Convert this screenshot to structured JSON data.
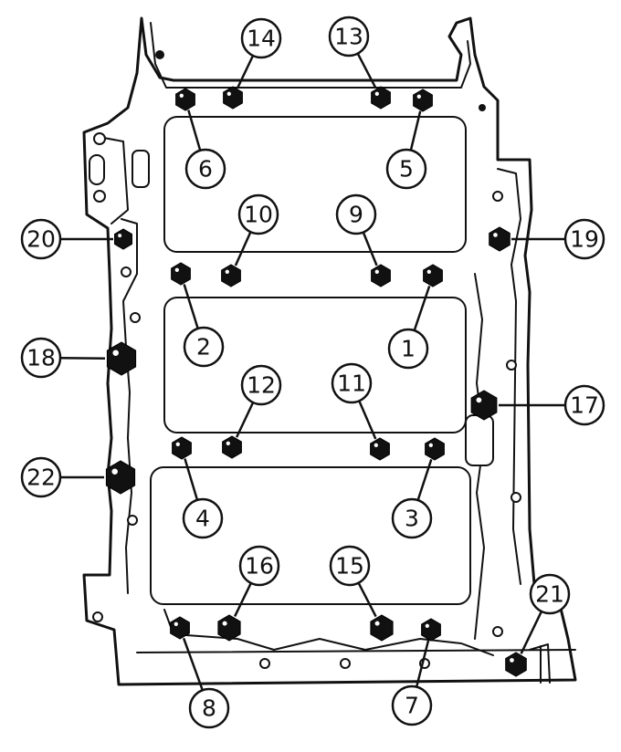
{
  "callouts": [
    {
      "label": "1"
    },
    {
      "label": "2"
    },
    {
      "label": "3"
    },
    {
      "label": "4"
    },
    {
      "label": "5"
    },
    {
      "label": "6"
    },
    {
      "label": "7"
    },
    {
      "label": "8"
    },
    {
      "label": "9"
    },
    {
      "label": "10"
    },
    {
      "label": "11"
    },
    {
      "label": "12"
    },
    {
      "label": "13"
    },
    {
      "label": "14"
    },
    {
      "label": "15"
    },
    {
      "label": "16"
    },
    {
      "label": "17"
    },
    {
      "label": "18"
    },
    {
      "label": "19"
    },
    {
      "label": "20"
    },
    {
      "label": "21"
    },
    {
      "label": "22"
    }
  ]
}
